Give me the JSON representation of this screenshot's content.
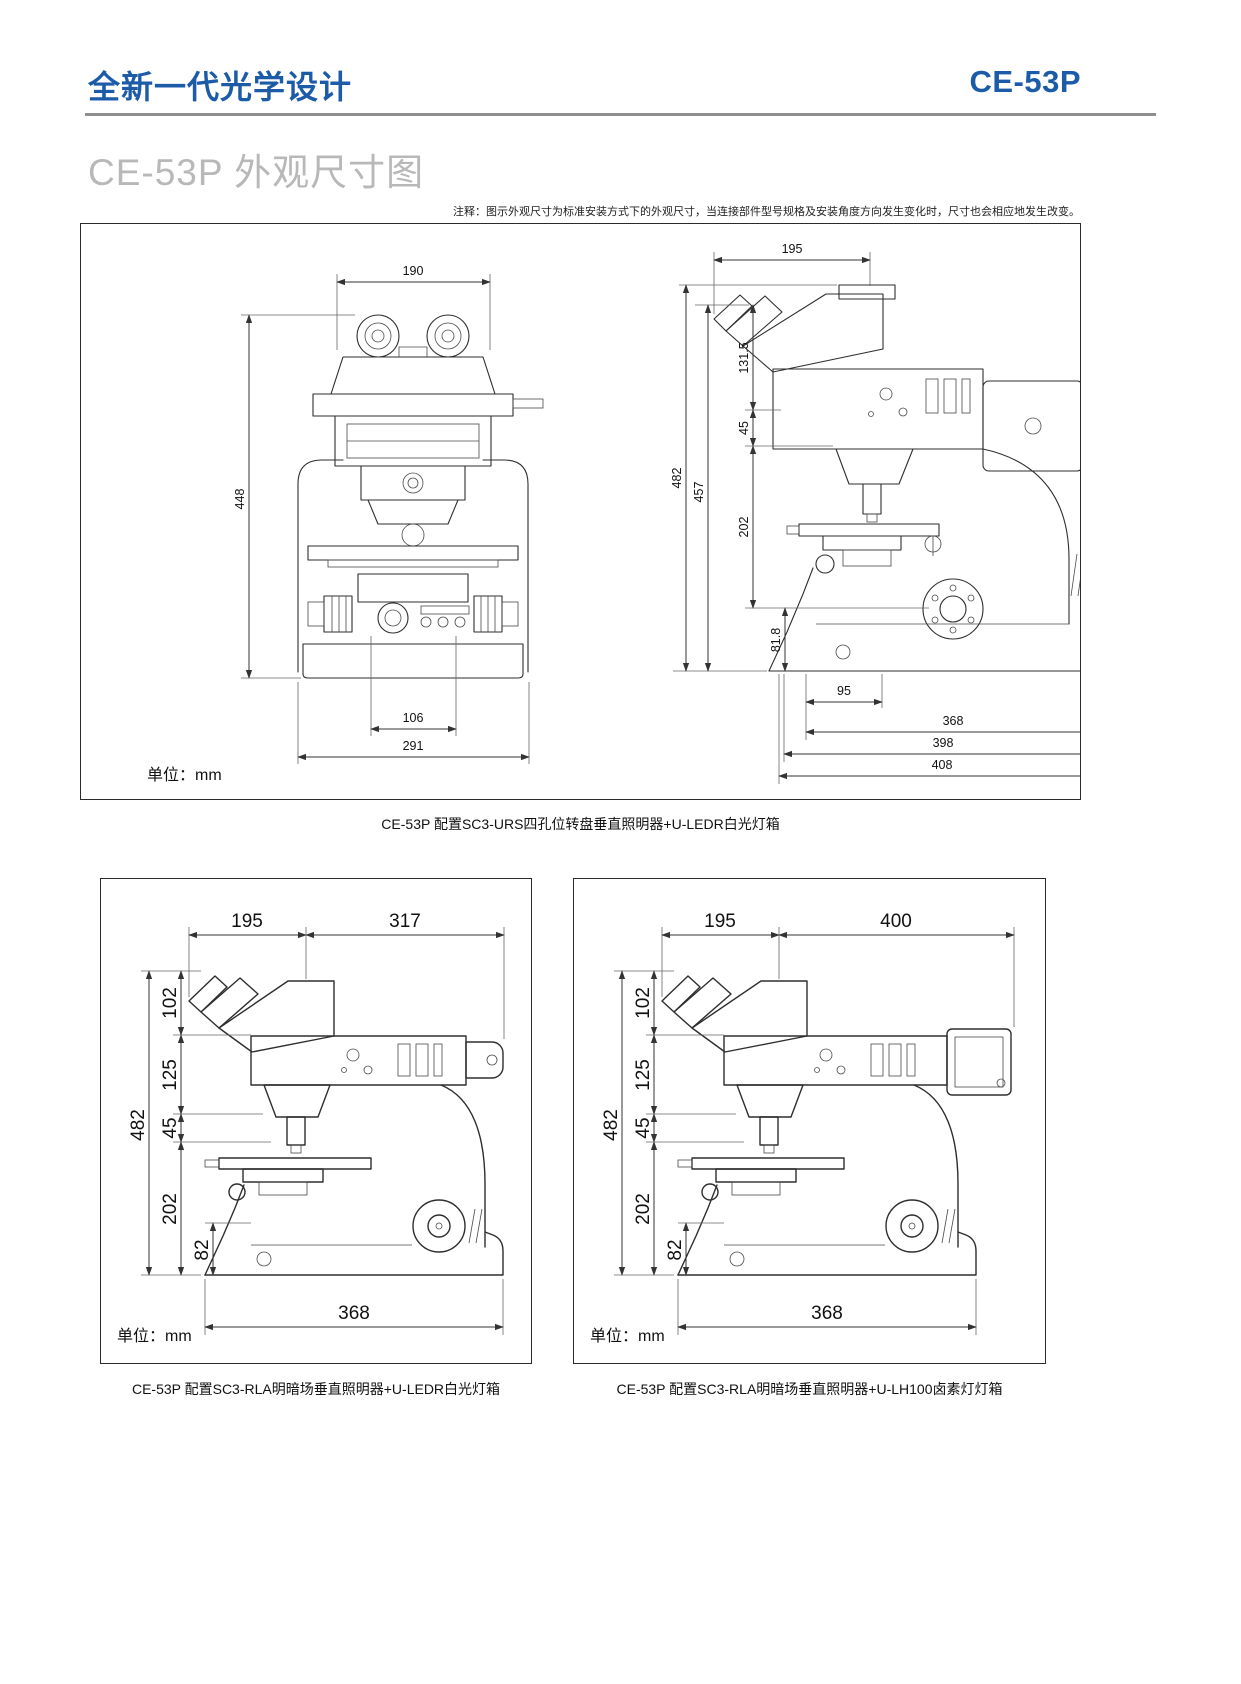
{
  "header": {
    "title": "全新一代光学设计",
    "model": "CE-53P"
  },
  "section": {
    "title": "CE-53P 外观尺寸图",
    "note": "注释：图示外观尺寸为标准安装方式下的外观尺寸，当连接部件型号规格及安装角度方向发生变化时，尺寸也会相应地发生改变。"
  },
  "unit_label": "单位：mm",
  "fig1": {
    "caption": "CE-53P 配置SC3-URS四孔位转盘垂直照明器+U-LEDR白光灯箱",
    "front": {
      "top_width": "190",
      "total_height": "448",
      "inner_width": "106",
      "base_width": "291"
    },
    "side": {
      "top_width": "195",
      "total_height": "482",
      "height_457": "457",
      "height_131_5": "131.5",
      "height_45": "45",
      "height_202": "202",
      "height_81_8": "81.8",
      "width_95": "95",
      "width_368": "368",
      "width_398": "398",
      "width_408": "408"
    }
  },
  "fig2": {
    "caption": "CE-53P 配置SC3-RLA明暗场垂直照明器+U-LEDR白光灯箱",
    "top_left": "195",
    "top_right": "317",
    "total_height": "482",
    "h1": "102",
    "h2": "125",
    "h3": "45",
    "h4": "202",
    "h5": "82",
    "base_width": "368"
  },
  "fig3": {
    "caption": "CE-53P 配置SC3-RLA明暗场垂直照明器+U-LH100卤素灯灯箱",
    "top_left": "195",
    "top_right": "400",
    "total_height": "482",
    "h1": "102",
    "h2": "125",
    "h3": "45",
    "h4": "202",
    "h5": "82",
    "base_width": "368"
  },
  "colors": {
    "accent": "#1c5ba8",
    "title_gray": "#b8b8b8"
  }
}
